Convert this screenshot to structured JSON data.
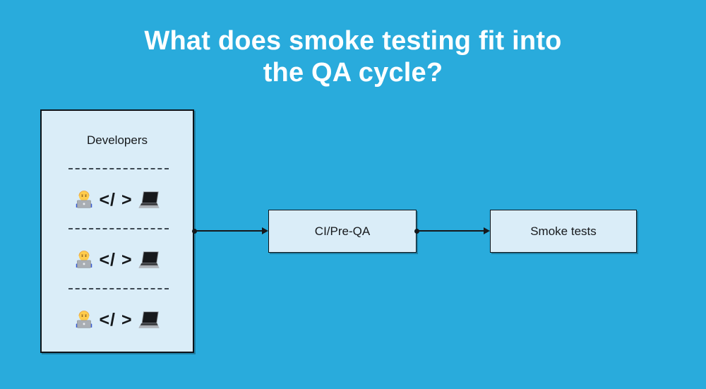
{
  "title": {
    "line1": "What does smoke testing fit into",
    "line2": "the QA cycle?"
  },
  "colors": {
    "background": "#29ABDC",
    "box_fill": "#DAEDF8",
    "box_border": "#0F1419",
    "title_text": "#FFFFFF",
    "body_text": "#16191C",
    "connector": "#16191C"
  },
  "developers_box": {
    "label": "Developers",
    "rows": [
      {
        "person_icon": "man-technologist-emoji",
        "code": "</ >",
        "laptop_icon": "laptop-emoji"
      },
      {
        "person_icon": "man-technologist-emoji",
        "code": "</ >",
        "laptop_icon": "laptop-emoji"
      },
      {
        "person_icon": "man-technologist-emoji",
        "code": "</ >",
        "laptop_icon": "laptop-emoji"
      }
    ]
  },
  "flow_nodes": [
    {
      "label": "CI/Pre-QA"
    },
    {
      "label": "Smoke tests"
    }
  ]
}
